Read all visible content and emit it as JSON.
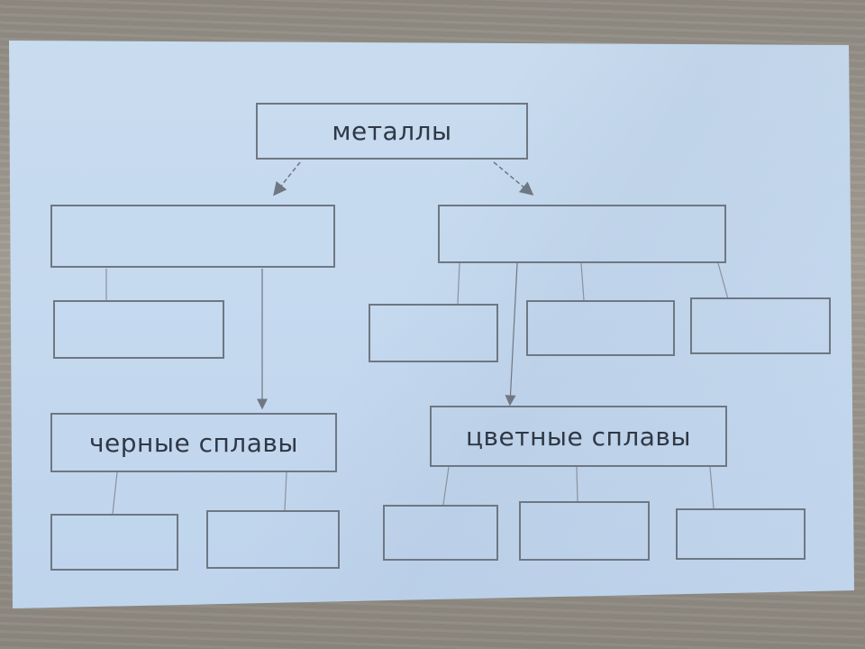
{
  "diagram": {
    "root": {
      "label": "металлы"
    },
    "left_branch": {
      "label": "черные сплавы"
    },
    "right_branch": {
      "label": "цветные сплавы"
    }
  },
  "colors": {
    "paper": "#c5d9ef",
    "line": "#6f7783",
    "text": "#2f3846"
  }
}
